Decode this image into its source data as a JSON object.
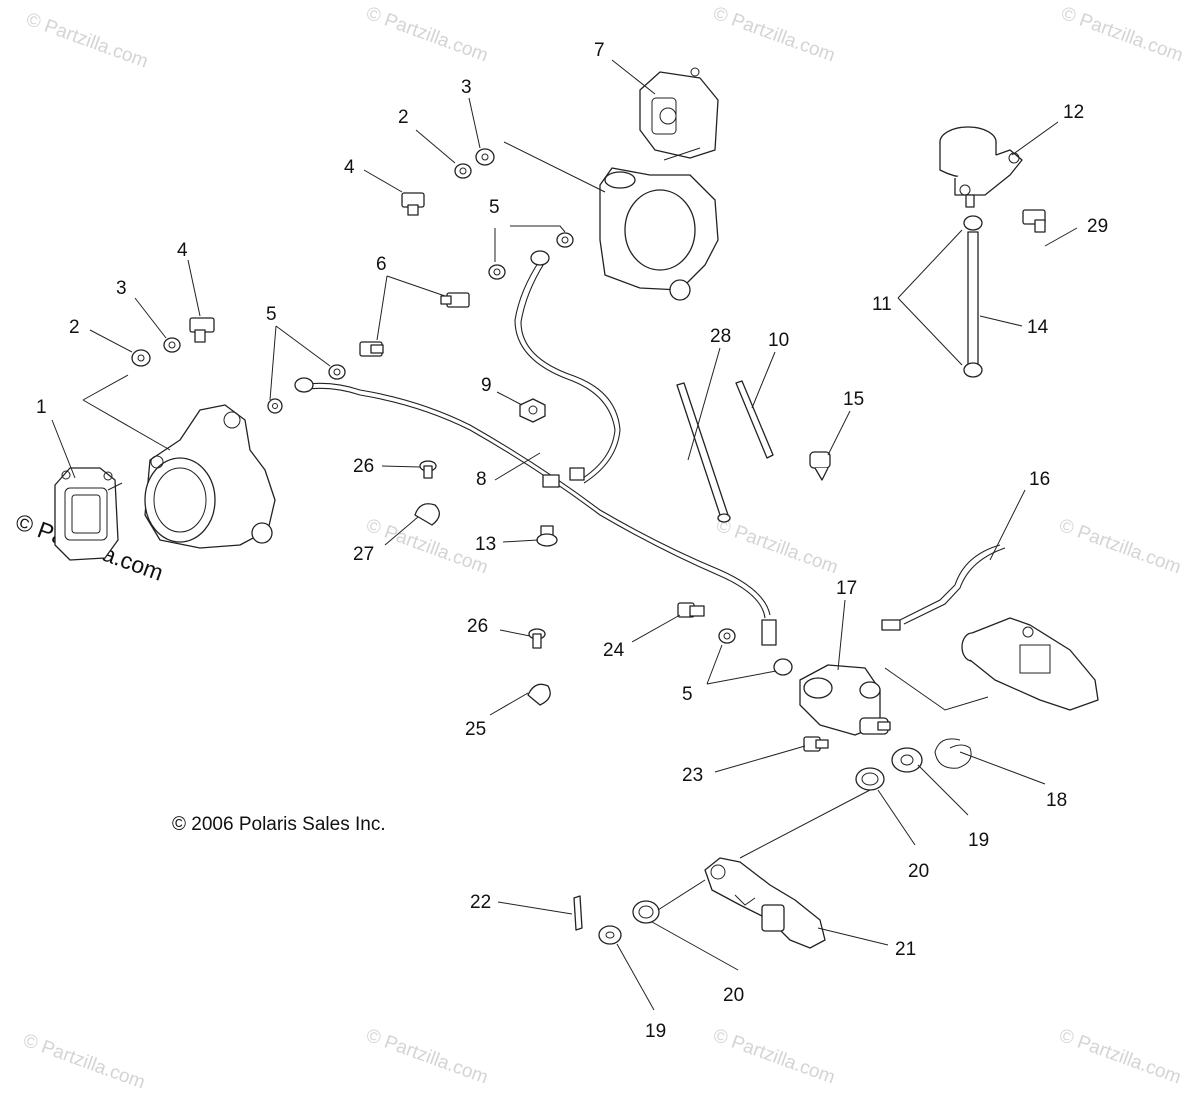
{
  "watermark_text": "© Partzilla.com",
  "brand_text": "© Partzilla.com",
  "copyright_text": "© 2006 Polaris Sales Inc.",
  "callouts": [
    {
      "id": "c1",
      "label": "1"
    },
    {
      "id": "c2a",
      "label": "2"
    },
    {
      "id": "c3a",
      "label": "3"
    },
    {
      "id": "c4a",
      "label": "4"
    },
    {
      "id": "c5a",
      "label": "5"
    },
    {
      "id": "c6",
      "label": "6"
    },
    {
      "id": "c2b",
      "label": "2"
    },
    {
      "id": "c3b",
      "label": "3"
    },
    {
      "id": "c4b",
      "label": "4"
    },
    {
      "id": "c5b",
      "label": "5"
    },
    {
      "id": "c7",
      "label": "7"
    },
    {
      "id": "c8",
      "label": "8"
    },
    {
      "id": "c9",
      "label": "9"
    },
    {
      "id": "c26a",
      "label": "26"
    },
    {
      "id": "c27",
      "label": "27"
    },
    {
      "id": "c13",
      "label": "13"
    },
    {
      "id": "c26b",
      "label": "26"
    },
    {
      "id": "c25",
      "label": "25"
    },
    {
      "id": "c24",
      "label": "24"
    },
    {
      "id": "c5c",
      "label": "5"
    },
    {
      "id": "c28",
      "label": "28"
    },
    {
      "id": "c10",
      "label": "10"
    },
    {
      "id": "c15",
      "label": "15"
    },
    {
      "id": "c12",
      "label": "12"
    },
    {
      "id": "c29",
      "label": "29"
    },
    {
      "id": "c11",
      "label": "11"
    },
    {
      "id": "c14",
      "label": "14"
    },
    {
      "id": "c16",
      "label": "16"
    },
    {
      "id": "c17",
      "label": "17"
    },
    {
      "id": "c18",
      "label": "18"
    },
    {
      "id": "c19a",
      "label": "19"
    },
    {
      "id": "c20a",
      "label": "20"
    },
    {
      "id": "c23",
      "label": "23"
    },
    {
      "id": "c22",
      "label": "22"
    },
    {
      "id": "c20b",
      "label": "20"
    },
    {
      "id": "c21",
      "label": "21"
    },
    {
      "id": "c19b",
      "label": "19"
    }
  ]
}
